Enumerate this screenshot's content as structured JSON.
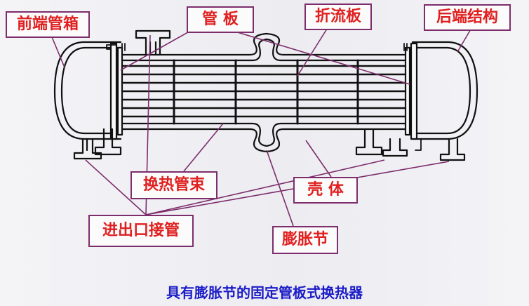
{
  "labels": {
    "front_head": "前端管箱",
    "tube_sheet": "管 板",
    "baffle": "折流板",
    "rear_head": "后端结构",
    "tube_bundle": "换热管束",
    "shell": "壳 体",
    "nozzles": "进出口接管",
    "expansion_joint": "膨胀节"
  },
  "caption": "具有膨胀节的固定管板式换热器",
  "colors": {
    "label_text": "#e02020",
    "label_border": "#7d2d6b",
    "leader_line": "#7d2d6b",
    "caption_text": "#1c1cc8",
    "drawing": "#111111"
  }
}
